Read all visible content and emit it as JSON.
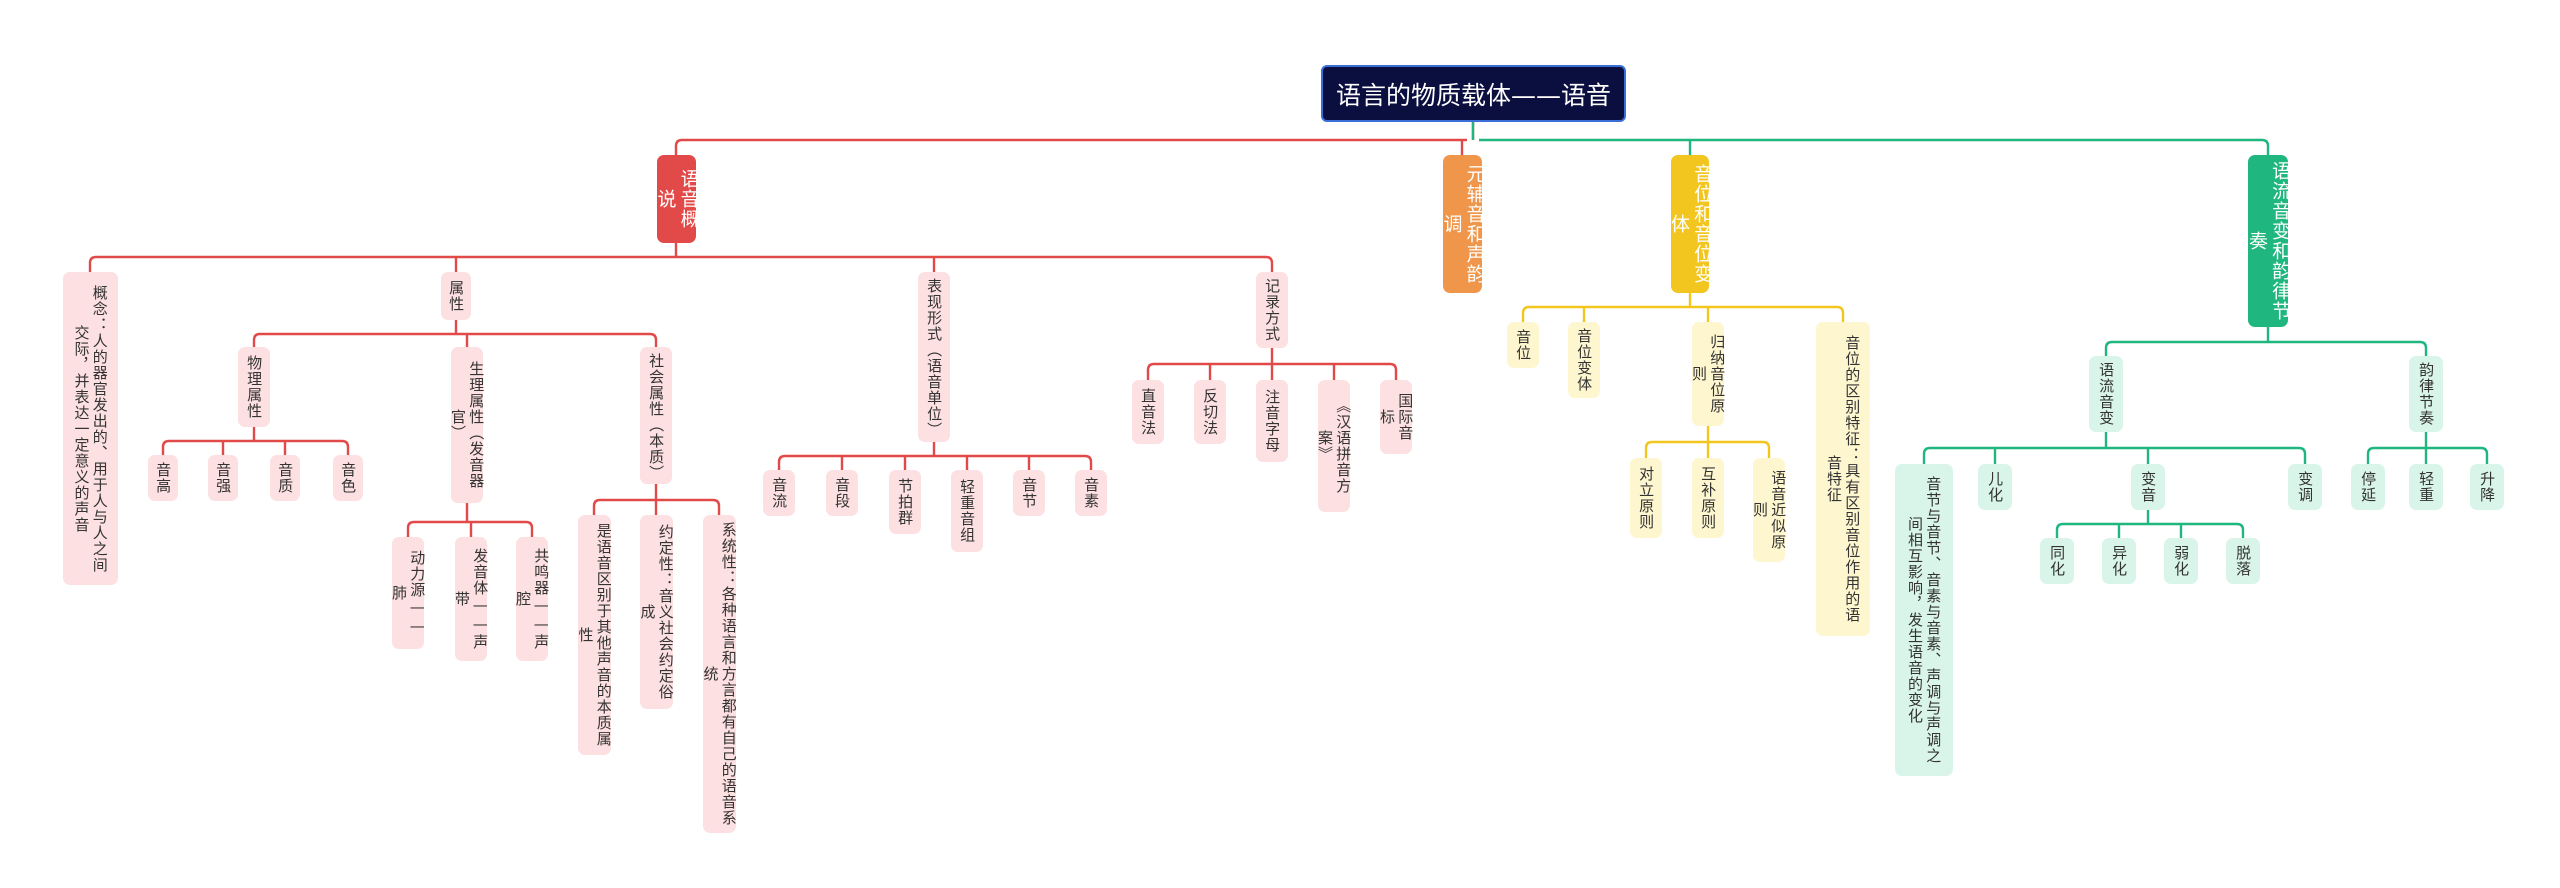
{
  "root": {
    "title": "语言的物质载体——语音"
  },
  "colors": {
    "red": "#e24949",
    "orange": "#ef964a",
    "yellow": "#f2c61f",
    "green": "#1fb67f",
    "pink_node": "#fde0e1",
    "cream_node": "#fdf6cf",
    "mint_node": "#d9f5ea",
    "root_bg": "#0b0f3f"
  },
  "branches": {
    "overview": {
      "title": "语音概说",
      "concept": "概念：人的器官发出的、用于人与人之间交际，并表达一定意义的声音",
      "attributes": {
        "title": "属性",
        "physical": {
          "title": "物理属性",
          "items": [
            "音高",
            "音强",
            "音质",
            "音色"
          ]
        },
        "physiological": {
          "title": "生理属性（发音器官）",
          "items": [
            "动力源——肺",
            "发音体——声带",
            "共鸣器——声腔"
          ]
        },
        "social": {
          "title": "社会属性（本质）",
          "items": [
            "是语音区别于其他声音的本质属性",
            "约定性：音义社会约定俗成",
            "系统性：各种语言和方言都有自己的语音系统"
          ]
        }
      },
      "forms": {
        "title": "表现形式（语音单位）",
        "items": [
          "音流",
          "音段",
          "节拍群",
          "轻重音组",
          "音节",
          "音素"
        ]
      },
      "notation": {
        "title": "记录方式",
        "items": [
          "直音法",
          "反切法",
          "注音字母",
          "《汉语拼音方案》",
          "国际音标"
        ]
      }
    },
    "vowels": {
      "title": "元辅音和声韵调"
    },
    "phoneme": {
      "title": "音位和音位变体",
      "items": [
        "音位",
        "音位变体"
      ],
      "induction": {
        "title": "归纳音位原则",
        "items": [
          "对立原则",
          "互补原则",
          "语音近似原则"
        ]
      },
      "feature": "音位的区别特征：具有区别音位作用的语音特征"
    },
    "flow": {
      "title": "语流音变和韵律节奏",
      "change": {
        "title": "语流音变",
        "desc": "音节与音节、音素与音素、声调与声调之间相互影响，发生语音的变化",
        "erhua": "儿化",
        "sandhi": {
          "title": "变音",
          "items": [
            "同化",
            "异化",
            "弱化",
            "脱落"
          ]
        },
        "tone": "变调"
      },
      "rhythm": {
        "title": "韵律节奏",
        "items": [
          "停延",
          "轻重",
          "升降"
        ]
      }
    }
  }
}
